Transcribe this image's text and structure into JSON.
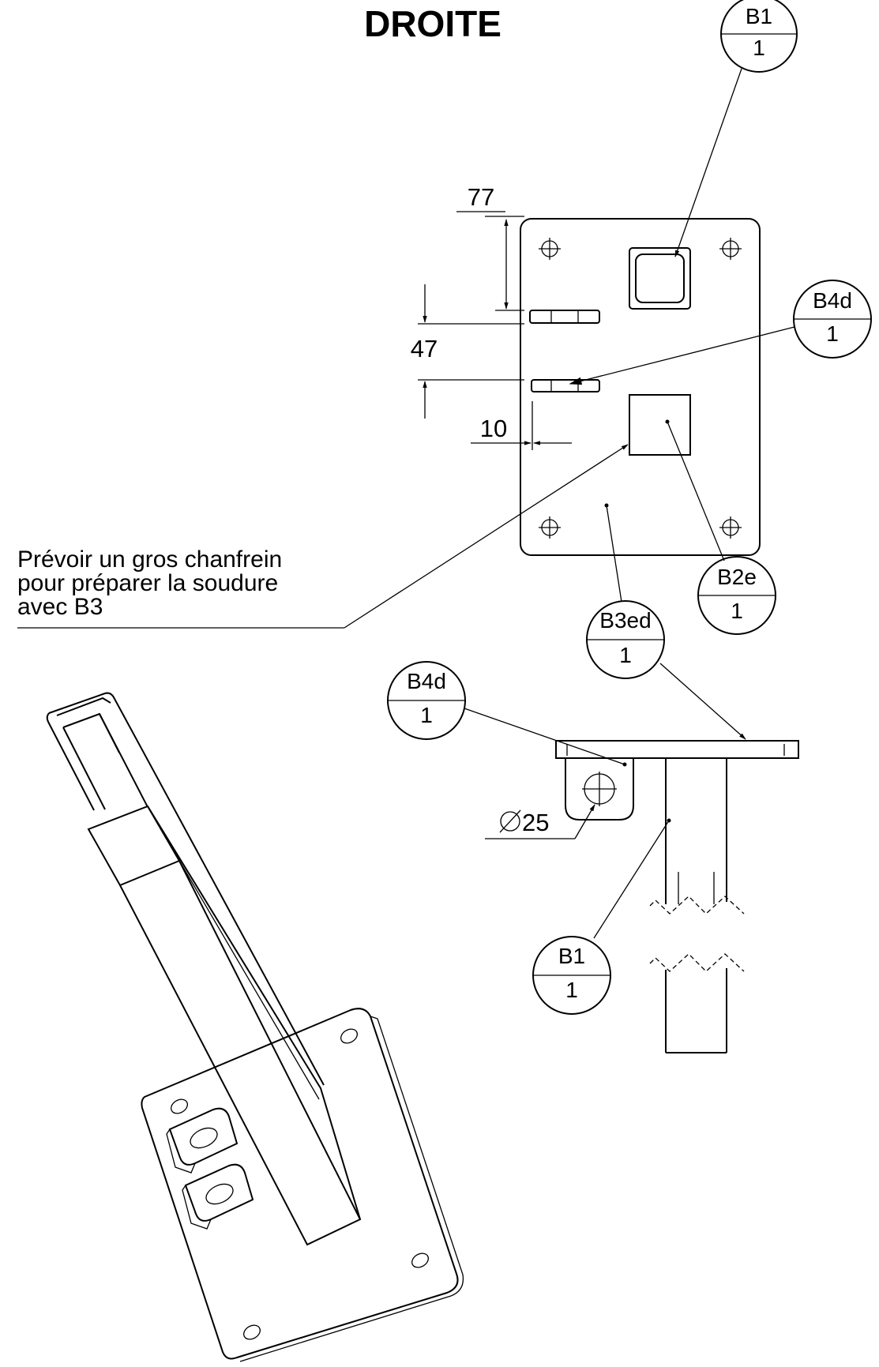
{
  "title": "DROITE",
  "dimensions": {
    "d77": "77",
    "d47": "47",
    "d10": "10",
    "diameter": "25"
  },
  "note": {
    "line1": "Prévoir un gros chanfrein",
    "line2": "pour préparer la soudure",
    "line3": "avec B3"
  },
  "balloons": [
    {
      "part": "B1",
      "qty": "1"
    },
    {
      "part": "B4d",
      "qty": "1"
    },
    {
      "part": "B2e",
      "qty": "1"
    },
    {
      "part": "B3ed",
      "qty": "1"
    },
    {
      "part": "B4d",
      "qty": "1"
    },
    {
      "part": "B1",
      "qty": "1"
    }
  ],
  "colors": {
    "ink": "#000000",
    "paper": "#ffffff"
  }
}
